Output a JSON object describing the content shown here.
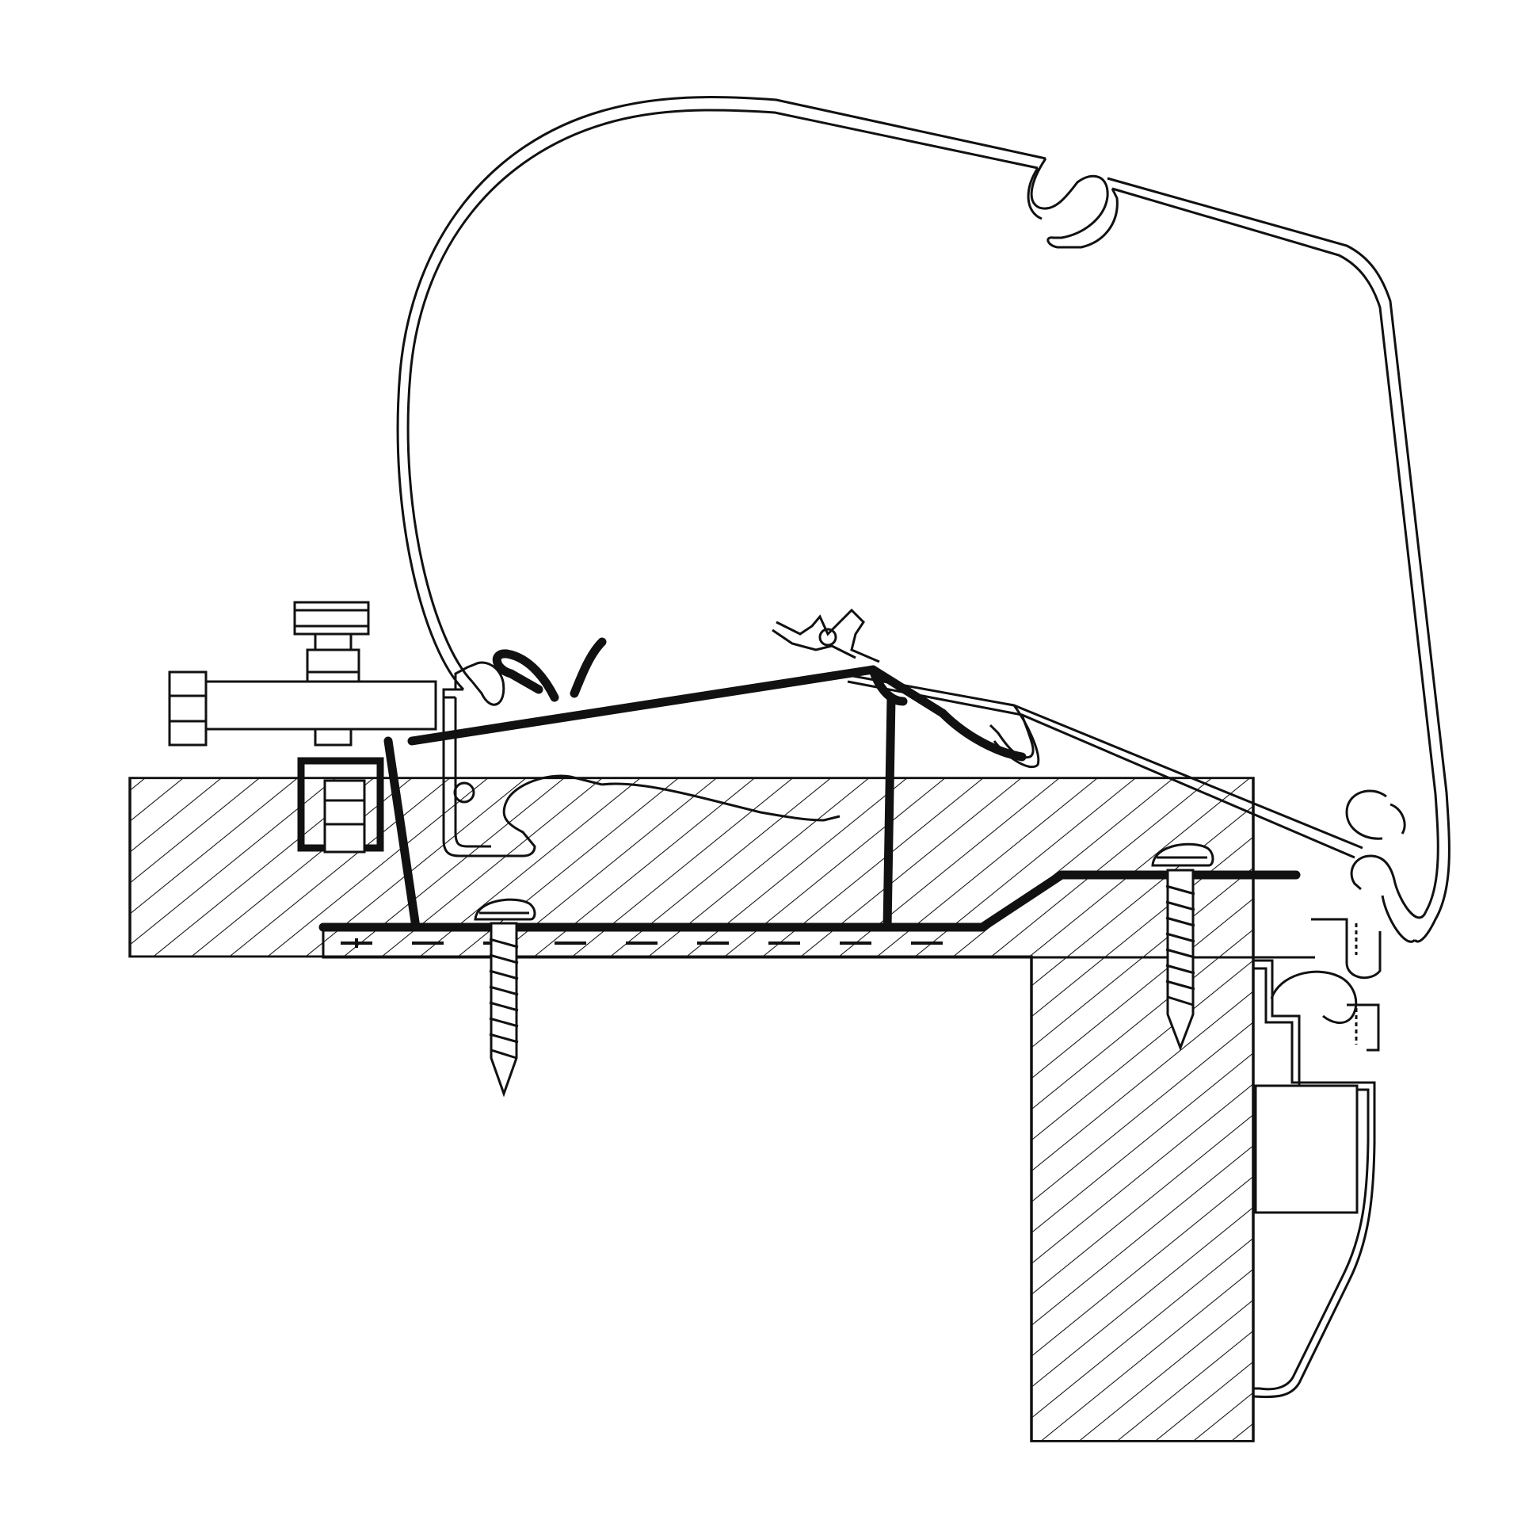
{
  "diagram": {
    "components": [
      {
        "id": "awning-case",
        "icon": "awning-cassette-profile"
      },
      {
        "id": "adapter-rail",
        "icon": "adapter-rail-profile"
      },
      {
        "id": "roof-panel",
        "icon": "roof-cross-section"
      },
      {
        "id": "side-profile",
        "icon": "side-wall-profile"
      },
      {
        "id": "hex-bolt",
        "icon": "hex-bolt"
      },
      {
        "id": "screw-left",
        "icon": "wood-screw"
      },
      {
        "id": "screw-right",
        "icon": "wood-screw"
      }
    ],
    "colors": {
      "ink": "#111111",
      "paper": "#ffffff"
    }
  }
}
